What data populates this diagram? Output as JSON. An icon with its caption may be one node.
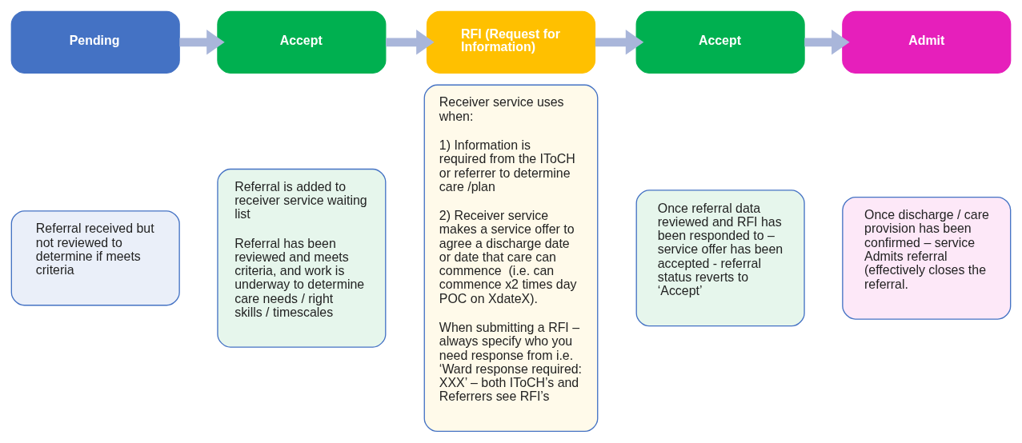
{
  "diagram": {
    "nodes": [
      {
        "text": [
          "Pending"
        ]
      },
      {
        "text": [
          "Referral received but not reviewed to determine if meets criteria"
        ]
      },
      {
        "text": [
          "Accept"
        ]
      },
      {
        "text": [
          "Referral is added to receiver service waiting list",
          "Referral has been reviewed and meets criteria, and work is underway to determine care needs / right skills / timescales"
        ]
      },
      {
        "text": [
          "RFI (Request for Information)"
        ]
      },
      {
        "text": [
          "Receiver service uses when:",
          "1) Information is required from the IToCH or referrer to determine care /plan",
          "2) Receiver service makes a service offer to agree a discharge date or date that care can commence  (i.e. can commence x2 times day POC on XdateX).",
          "When submitting a RFI – always specify who you need response from i.e. ‘Ward response required: XXX’ – both IToCH’s and Referrers see RFI’s"
        ]
      },
      {
        "text": [
          "Accept"
        ]
      },
      {
        "text": [
          "Once referral data reviewed and RFI has been responded to – service offer has been accepted - referral status reverts to ‘Accept’"
        ]
      },
      {
        "text": [
          "Admit"
        ]
      },
      {
        "text": [
          "Once discharge / care provision has been confirmed – service Admits referral (effectively closes the referral."
        ]
      }
    ],
    "edges": [
      {
        "from": 0,
        "to": 2,
        "arrow": "to"
      },
      {
        "from": 2,
        "to": 4,
        "arrow": "to"
      },
      {
        "from": 4,
        "to": 6,
        "arrow": "to"
      },
      {
        "from": 6,
        "to": 8,
        "arrow": "to"
      }
    ]
  }
}
